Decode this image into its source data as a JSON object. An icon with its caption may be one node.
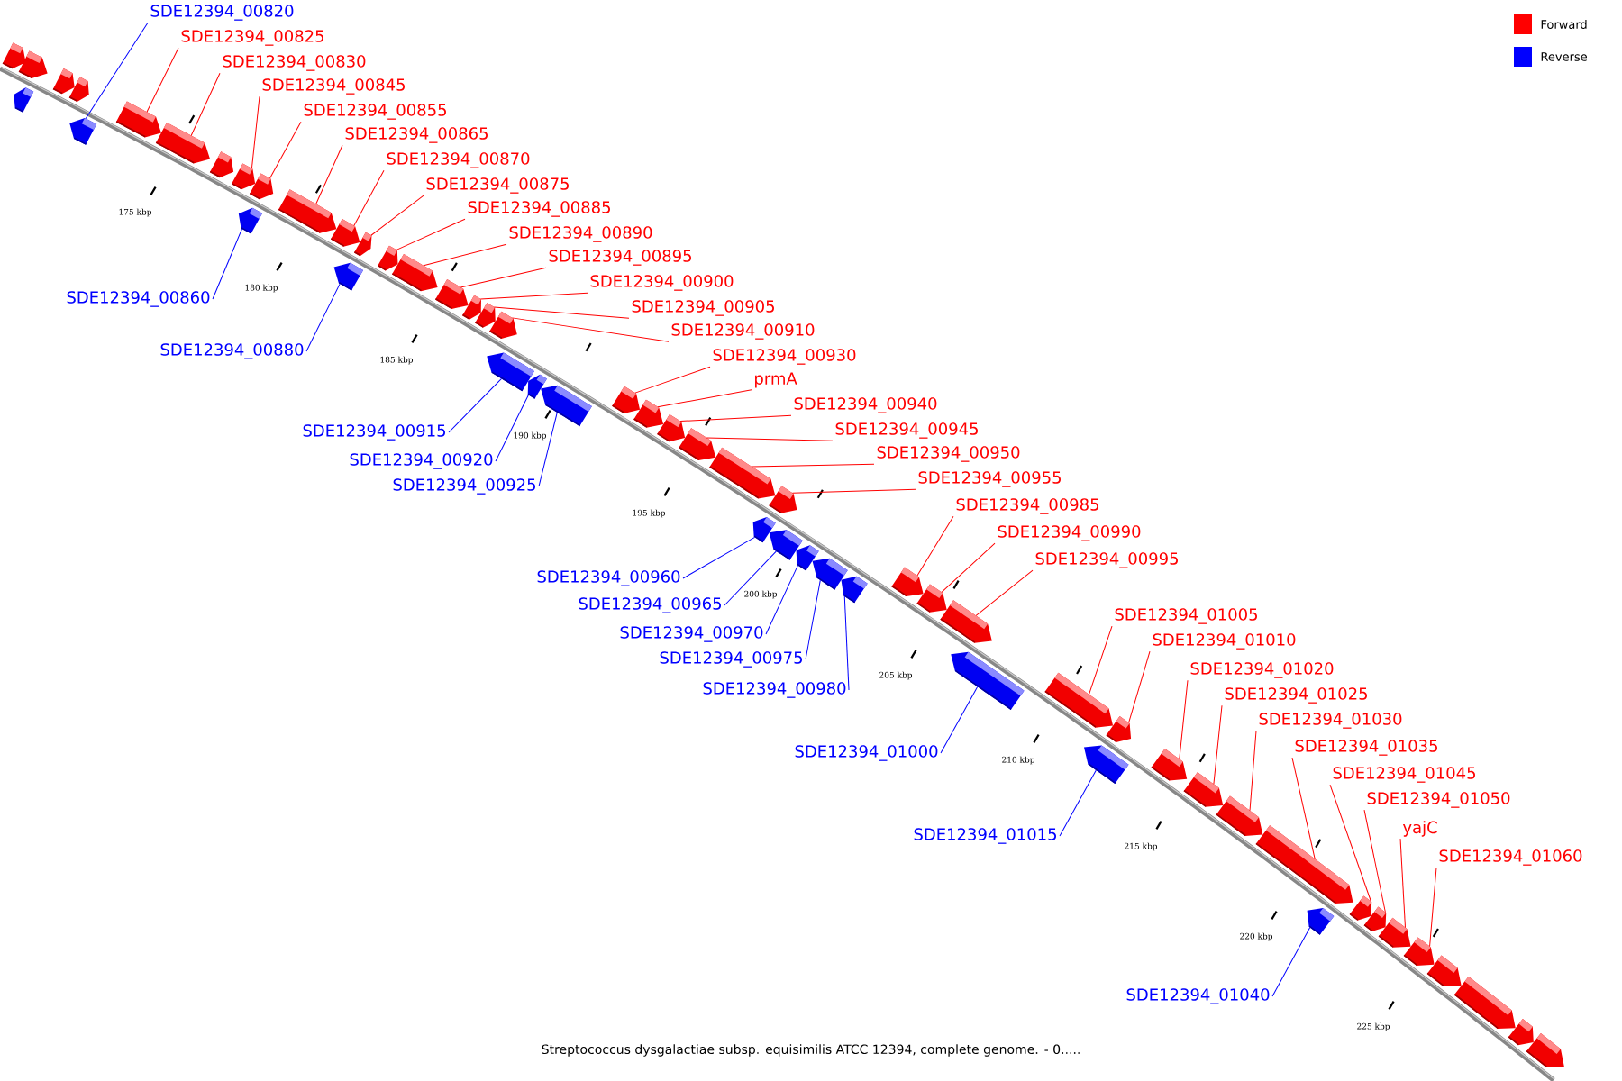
{
  "diagram": {
    "caption": "Streptococcus dysgalactiae subsp. equisimilis ATCC 12394, complete genome. - 0.....",
    "nodes": [
      {
        "text": [
          "SDE12394_00820"
        ]
      },
      {
        "text": [
          "SDE12394_00825"
        ]
      },
      {
        "text": [
          "SDE12394_00830"
        ]
      },
      {
        "text": [
          "SDE12394_00845"
        ]
      },
      {
        "text": [
          "SDE12394_00855"
        ]
      },
      {
        "text": [
          "SDE12394_00865"
        ]
      },
      {
        "text": [
          "SDE12394_00870"
        ]
      },
      {
        "text": [
          "SDE12394_00875"
        ]
      },
      {
        "text": [
          "SDE12394_00885"
        ]
      },
      {
        "text": [
          "SDE12394_00890"
        ]
      },
      {
        "text": [
          "SDE12394_00895"
        ]
      },
      {
        "text": [
          "SDE12394_00900"
        ]
      },
      {
        "text": [
          "SDE12394_00860"
        ]
      },
      {
        "text": [
          "SDE12394_00905"
        ]
      },
      {
        "text": [
          "SDE12394_00910"
        ]
      },
      {
        "text": [
          "SDE12394_00880"
        ]
      },
      {
        "text": [
          "SDE12394_00930"
        ]
      },
      {
        "text": [
          "prmA"
        ]
      },
      {
        "text": [
          "SDE12394_00940"
        ]
      },
      {
        "text": [
          "SDE12394_00945"
        ]
      },
      {
        "text": [
          "SDE12394_00915"
        ]
      },
      {
        "text": [
          "SDE12394_00950"
        ]
      },
      {
        "text": [
          "SDE12394_00920"
        ]
      },
      {
        "text": [
          "SDE12394_00955"
        ]
      },
      {
        "text": [
          "SDE12394_00925"
        ]
      },
      {
        "text": [
          "SDE12394_00985"
        ]
      },
      {
        "text": [
          "SDE12394_00990"
        ]
      },
      {
        "text": [
          "SDE12394_00995"
        ]
      },
      {
        "text": [
          "SDE12394_00960"
        ]
      },
      {
        "text": [
          "SDE12394_00965"
        ]
      },
      {
        "text": [
          "SDE12394_01005"
        ]
      },
      {
        "text": [
          "SDE12394_00970"
        ]
      },
      {
        "text": [
          "SDE12394_01010"
        ]
      },
      {
        "text": [
          "SDE12394_00975"
        ]
      },
      {
        "text": [
          "SDE12394_01020"
        ]
      },
      {
        "text": [
          "SDE12394_00980"
        ]
      },
      {
        "text": [
          "SDE12394_01025"
        ]
      },
      {
        "text": [
          "SDE12394_01030"
        ]
      },
      {
        "text": [
          "SDE12394_01035"
        ]
      },
      {
        "text": [
          "SDE12394_01000"
        ]
      },
      {
        "text": [
          "SDE12394_01045"
        ]
      },
      {
        "text": [
          "SDE12394_01050"
        ]
      },
      {
        "text": [
          "yajC"
        ]
      },
      {
        "text": [
          "SDE12394_01015"
        ]
      },
      {
        "text": [
          "SDE12394_01060"
        ]
      },
      {
        "text": [
          "SDE12394_01040"
        ]
      },
      {
        "text": [],
        "shape": "arrow"
      },
      {
        "text": [],
        "shape": "arrow"
      },
      {
        "text": [],
        "shape": "arrow"
      },
      {
        "text": [],
        "shape": "arrow"
      },
      {
        "text": [],
        "shape": "arrow"
      },
      {
        "text": [],
        "shape": "arrow"
      },
      {
        "text": [],
        "shape": "arrow"
      },
      {
        "text": [],
        "shape": "arrow"
      },
      {
        "text": [],
        "shape": "arrow"
      },
      {
        "text": [],
        "shape": "arrow"
      },
      {
        "text": [],
        "shape": "arrow"
      },
      {
        "text": [],
        "shape": "arrow"
      },
      {
        "text": [],
        "shape": "arrow"
      },
      {
        "text": [],
        "shape": "arrow"
      },
      {
        "text": [],
        "shape": "arrow"
      },
      {
        "text": [],
        "shape": "arrow"
      },
      {
        "text": [],
        "shape": "arrow"
      },
      {
        "text": [],
        "shape": "arrow"
      },
      {
        "text": [],
        "shape": "arrow"
      },
      {
        "text": [],
        "shape": "arrow"
      },
      {
        "text": [],
        "shape": "arrow"
      },
      {
        "text": [],
        "shape": "arrow"
      },
      {
        "text": [],
        "shape": "arrow"
      },
      {
        "text": [],
        "shape": "arrow"
      },
      {
        "text": [],
        "shape": "arrow"
      },
      {
        "text": [],
        "shape": "arrow"
      },
      {
        "text": [],
        "shape": "arrow"
      },
      {
        "text": [],
        "shape": "arrow"
      },
      {
        "text": [],
        "shape": "arrow"
      },
      {
        "text": [],
        "shape": "arrow"
      },
      {
        "text": [],
        "shape": "arrow"
      },
      {
        "text": [],
        "shape": "arrow"
      },
      {
        "text": [],
        "shape": "arrow"
      },
      {
        "text": [],
        "shape": "arrow"
      },
      {
        "text": [],
        "shape": "arrow"
      },
      {
        "text": [],
        "shape": "arrow"
      },
      {
        "text": [],
        "shape": "arrow"
      },
      {
        "text": [],
        "shape": "arrow"
      },
      {
        "text": [],
        "shape": "arrow"
      },
      {
        "text": [],
        "shape": "arrow"
      },
      {
        "text": [],
        "shape": "arrow"
      },
      {
        "text": [],
        "shape": "arrow"
      },
      {
        "text": [],
        "shape": "arrow"
      },
      {
        "text": [],
        "shape": "arrow"
      },
      {
        "text": [],
        "shape": "arrow"
      },
      {
        "text": [],
        "shape": "arrow"
      },
      {
        "text": [],
        "shape": "arrow"
      },
      {
        "text": [],
        "shape": "arrow"
      },
      {
        "text": [],
        "shape": "arrow"
      },
      {
        "text": [],
        "shape": "arrow"
      },
      {
        "text": [],
        "shape": "arrow"
      },
      {
        "text": [],
        "shape": "arrow"
      },
      {
        "text": [],
        "shape": "arrow"
      },
      {
        "text": [],
        "shape": "arrow"
      },
      {
        "text": [],
        "shape": "arrow"
      },
      {
        "text": [],
        "shape": "arrow"
      }
    ],
    "edges": [
      {
        "from": 0,
        "to": 51,
        "arrow": "none",
        "color": "#0000ff"
      },
      {
        "from": 1,
        "to": 52,
        "arrow": "none"
      },
      {
        "from": 2,
        "to": 53,
        "arrow": "none"
      },
      {
        "from": 3,
        "to": 55,
        "arrow": "none"
      },
      {
        "from": 4,
        "to": 56,
        "arrow": "none"
      },
      {
        "from": 5,
        "to": 58,
        "arrow": "none"
      },
      {
        "from": 6,
        "to": 59,
        "arrow": "none"
      },
      {
        "from": 7,
        "to": 61,
        "arrow": "none"
      },
      {
        "from": 8,
        "to": 62,
        "arrow": "none"
      },
      {
        "from": 9,
        "to": 63,
        "arrow": "none"
      },
      {
        "from": 10,
        "to": 64,
        "arrow": "none"
      },
      {
        "from": 11,
        "to": 65,
        "arrow": "none"
      },
      {
        "from": 12,
        "to": 57,
        "arrow": "none",
        "color": "#0000ff"
      },
      {
        "from": 13,
        "to": 66,
        "arrow": "none"
      },
      {
        "from": 14,
        "to": 67,
        "arrow": "none"
      },
      {
        "from": 15,
        "to": 60,
        "arrow": "none",
        "color": "#0000ff"
      },
      {
        "from": 16,
        "to": 71,
        "arrow": "none"
      },
      {
        "from": 17,
        "to": 72,
        "arrow": "none"
      },
      {
        "from": 18,
        "to": 73,
        "arrow": "none"
      },
      {
        "from": 19,
        "to": 74,
        "arrow": "none"
      },
      {
        "from": 20,
        "to": 68,
        "arrow": "none",
        "color": "#0000ff"
      },
      {
        "from": 21,
        "to": 75,
        "arrow": "none"
      },
      {
        "from": 22,
        "to": 69,
        "arrow": "none",
        "color": "#0000ff"
      },
      {
        "from": 23,
        "to": 77,
        "arrow": "none"
      },
      {
        "from": 24,
        "to": 70,
        "arrow": "none",
        "color": "#0000ff"
      },
      {
        "from": 25,
        "to": 82,
        "arrow": "none"
      },
      {
        "from": 26,
        "to": 83,
        "arrow": "none"
      },
      {
        "from": 27,
        "to": 84,
        "arrow": "none"
      },
      {
        "from": 28,
        "to": 76,
        "arrow": "none",
        "color": "#0000ff"
      },
      {
        "from": 29,
        "to": 78,
        "arrow": "none",
        "color": "#0000ff"
      },
      {
        "from": 30,
        "to": 86,
        "arrow": "none"
      },
      {
        "from": 31,
        "to": 79,
        "arrow": "none",
        "color": "#0000ff"
      },
      {
        "from": 32,
        "to": 88,
        "arrow": "none"
      },
      {
        "from": 33,
        "to": 80,
        "arrow": "none",
        "color": "#0000ff"
      },
      {
        "from": 34,
        "to": 89,
        "arrow": "none"
      },
      {
        "from": 35,
        "to": 81,
        "arrow": "none",
        "color": "#0000ff"
      },
      {
        "from": 36,
        "to": 90,
        "arrow": "none"
      },
      {
        "from": 37,
        "to": 91,
        "arrow": "none"
      },
      {
        "from": 38,
        "to": 92,
        "arrow": "none"
      },
      {
        "from": 39,
        "to": 85,
        "arrow": "none",
        "color": "#0000ff"
      },
      {
        "from": 40,
        "to": 94,
        "arrow": "none"
      },
      {
        "from": 41,
        "to": 95,
        "arrow": "none"
      },
      {
        "from": 42,
        "to": 96,
        "arrow": "none"
      },
      {
        "from": 43,
        "to": 87,
        "arrow": "none",
        "color": "#0000ff"
      },
      {
        "from": 44,
        "to": 97,
        "arrow": "none"
      },
      {
        "from": 45,
        "to": 93,
        "arrow": "none",
        "color": "#0000ff"
      }
    ],
    "labels": [
      "175 kbp",
      "180 kbp",
      "185 kbp",
      "190 kbp",
      "195 kbp",
      "200 kbp",
      "205 kbp",
      "210 kbp",
      "215 kbp",
      "220 kbp",
      "225 kbp"
    ],
    "legend": [
      {
        "text": "Forward",
        "color": "#ff0000"
      },
      {
        "text": "Reverse",
        "color": "#0000ff"
      }
    ]
  }
}
